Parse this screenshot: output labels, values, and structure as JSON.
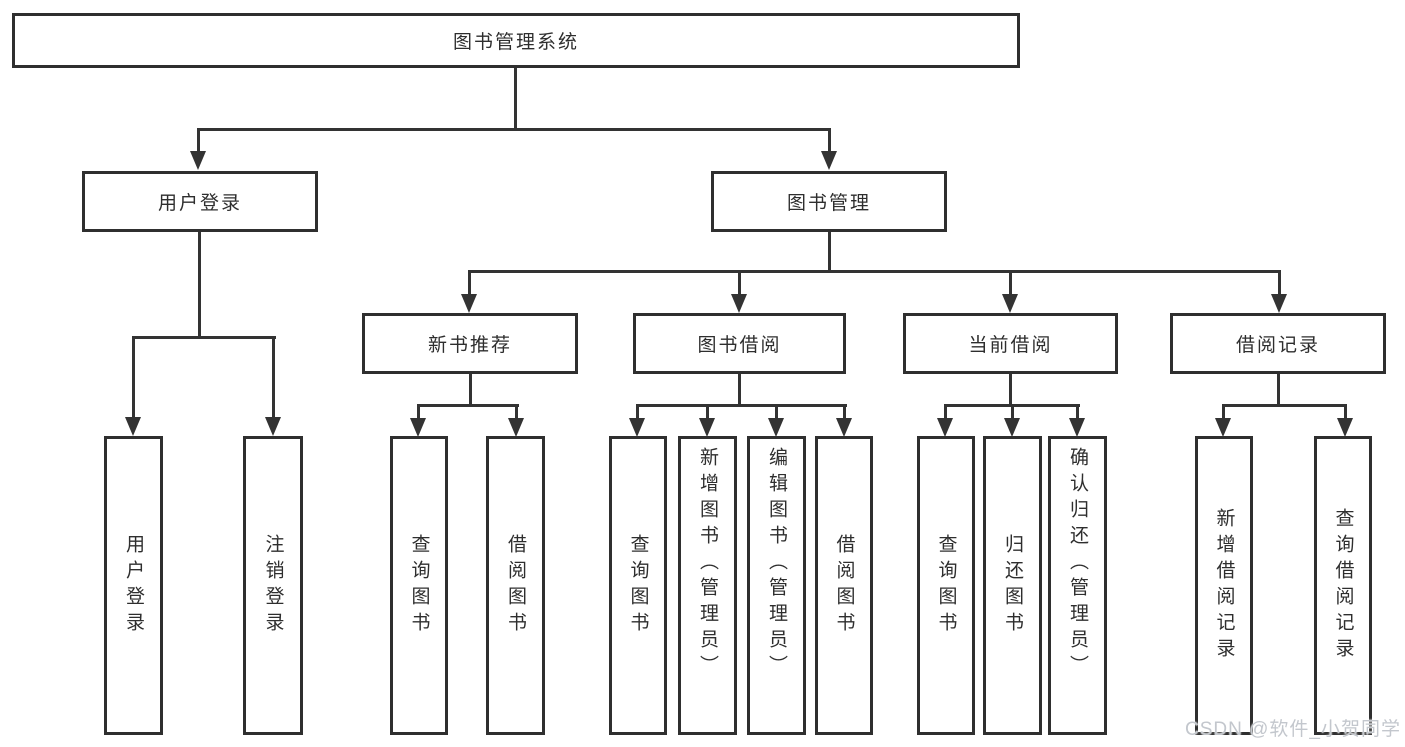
{
  "nodes": {
    "root": "图书管理系统",
    "user_login": "用户登录",
    "book_mgmt": "图书管理",
    "new_book_rec": "新书推荐",
    "book_borrow": "图书借阅",
    "current_borrow": "当前借阅",
    "borrow_records": "借阅记录"
  },
  "leaves": [
    {
      "label": "用户登录"
    },
    {
      "label": "注销登录"
    },
    {
      "label": "查询图书"
    },
    {
      "label": "借阅图书"
    },
    {
      "label": "查询图书"
    },
    {
      "label": "新增图书（管理员）"
    },
    {
      "label": "编辑图书（管理员）"
    },
    {
      "label": "借阅图书"
    },
    {
      "label": "查询图书"
    },
    {
      "label": "归还图书"
    },
    {
      "label": "确认归还（管理员）"
    },
    {
      "label": "新增借阅记录"
    },
    {
      "label": "查询借阅记录"
    }
  ],
  "watermark": "CSDN @软件_小贺同学",
  "colors": {
    "line": "#333333",
    "border": "#2f2f2f",
    "text": "#2e2e2e",
    "watermark": "#c3c7cd",
    "background": "#ffffff"
  }
}
